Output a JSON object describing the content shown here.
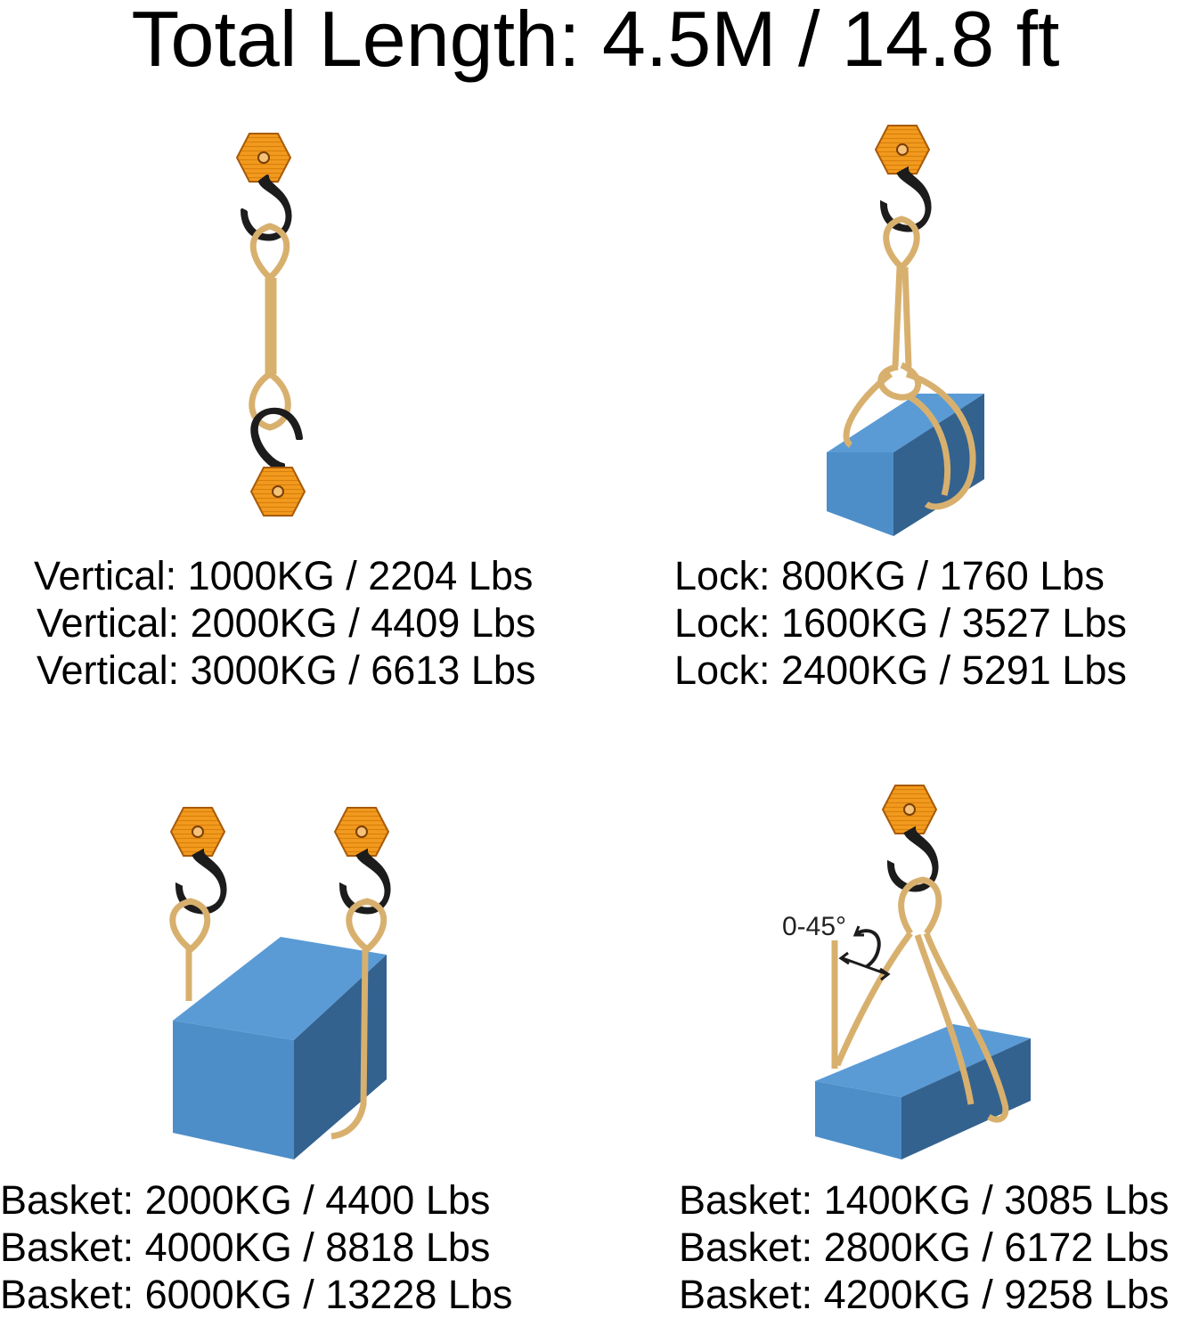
{
  "title": "Total Length: 4.5M / 14.8 ft",
  "colors": {
    "hook_plate": "#f29a1e",
    "hook_plate_stroke": "#a85a08",
    "hook": "#1c1c1c",
    "sling": "#d8b06e",
    "block_front": "#4d8ec9",
    "block_top": "#5a9bd6",
    "block_side": "#33628f"
  },
  "icons": [
    "hook-icon",
    "sling-icon",
    "load-block-icon",
    "angle-arrow-icon"
  ],
  "panels": {
    "vertical": {
      "lines": [
        "Vertical: 1000KG / 2204 Lbs",
        "Vertical: 2000KG / 4409 Lbs",
        "Vertical: 3000KG / 6613 Lbs"
      ]
    },
    "lock": {
      "lines": [
        "Lock: 800KG / 1760 Lbs",
        "Lock: 1600KG / 3527 Lbs",
        "Lock: 2400KG / 5291 Lbs"
      ]
    },
    "basket_vertical": {
      "lines": [
        "Basket: 2000KG / 4400 Lbs",
        "Basket: 4000KG / 8818 Lbs",
        "Basket: 6000KG / 13228 Lbs"
      ]
    },
    "basket_angled": {
      "angle_label": "0-45°",
      "lines": [
        "Basket: 1400KG / 3085 Lbs",
        "Basket: 2800KG / 6172 Lbs",
        "Basket: 4200KG / 9258 Lbs"
      ]
    }
  }
}
